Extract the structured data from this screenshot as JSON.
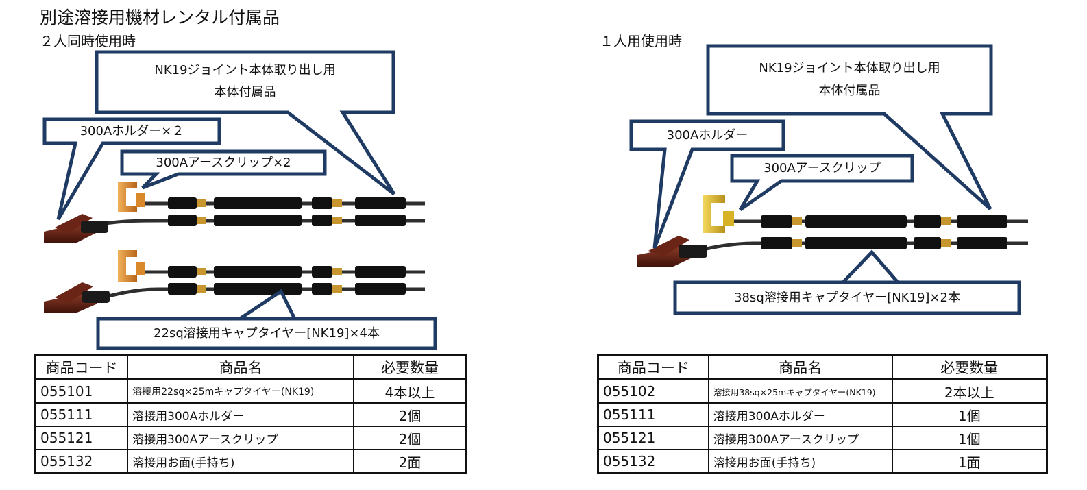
{
  "page": {
    "title": "別途溶接用機材レンタル付属品"
  },
  "left": {
    "heading": "２人同時使用時",
    "callouts": {
      "body_accessory_line1": "NK19ジョイント本体取り出し用",
      "body_accessory_line2": "本体付属品",
      "holder": "300Aホルダー×２",
      "earth_clip": "300Aアースクリップ×2",
      "cable": "22sq溶接用キャプタイヤー[NK19]×4本"
    },
    "table": {
      "headers": [
        "商品コード",
        "商品名",
        "必要数量"
      ],
      "rows": [
        {
          "code": "055101",
          "name": "溶接用22sq×25mキャプタイヤー(NK19)",
          "qty": "4本以上"
        },
        {
          "code": "055111",
          "name": "溶接用300Aホルダー",
          "qty": "2個"
        },
        {
          "code": "055121",
          "name": "溶接用300Aアースクリップ",
          "qty": "2個"
        },
        {
          "code": "055132",
          "name": "溶接用お面(手持ち)",
          "qty": "2面"
        }
      ]
    }
  },
  "right": {
    "heading": "１人用使用時",
    "callouts": {
      "body_accessory_line1": "NK19ジョイント本体取り出し用",
      "body_accessory_line2": "本体付属品",
      "holder": "300Aホルダー",
      "earth_clip": "300Aアースクリップ",
      "cable": "38sq溶接用キャプタイヤー[NK19]×2本"
    },
    "table": {
      "headers": [
        "商品コード",
        "商品名",
        "必要数量"
      ],
      "rows": [
        {
          "code": "055102",
          "name": "溶接用38sq×25mキャプタイヤー(NK19)",
          "qty": "2本以上"
        },
        {
          "code": "055111",
          "name": "溶接用300Aホルダー",
          "qty": "1個"
        },
        {
          "code": "055121",
          "name": "溶接用300Aアースクリップ",
          "qty": "1個"
        },
        {
          "code": "055132",
          "name": "溶接用お面(手持ち)",
          "qty": "1面"
        }
      ]
    }
  },
  "colors": {
    "callout_border": "#1f3b63",
    "cable": "#2e2e2e",
    "connector": "#111111",
    "holder_grip": "#5a1e12",
    "clip_left": "#d9892a",
    "clip_right": "#d8b226"
  }
}
